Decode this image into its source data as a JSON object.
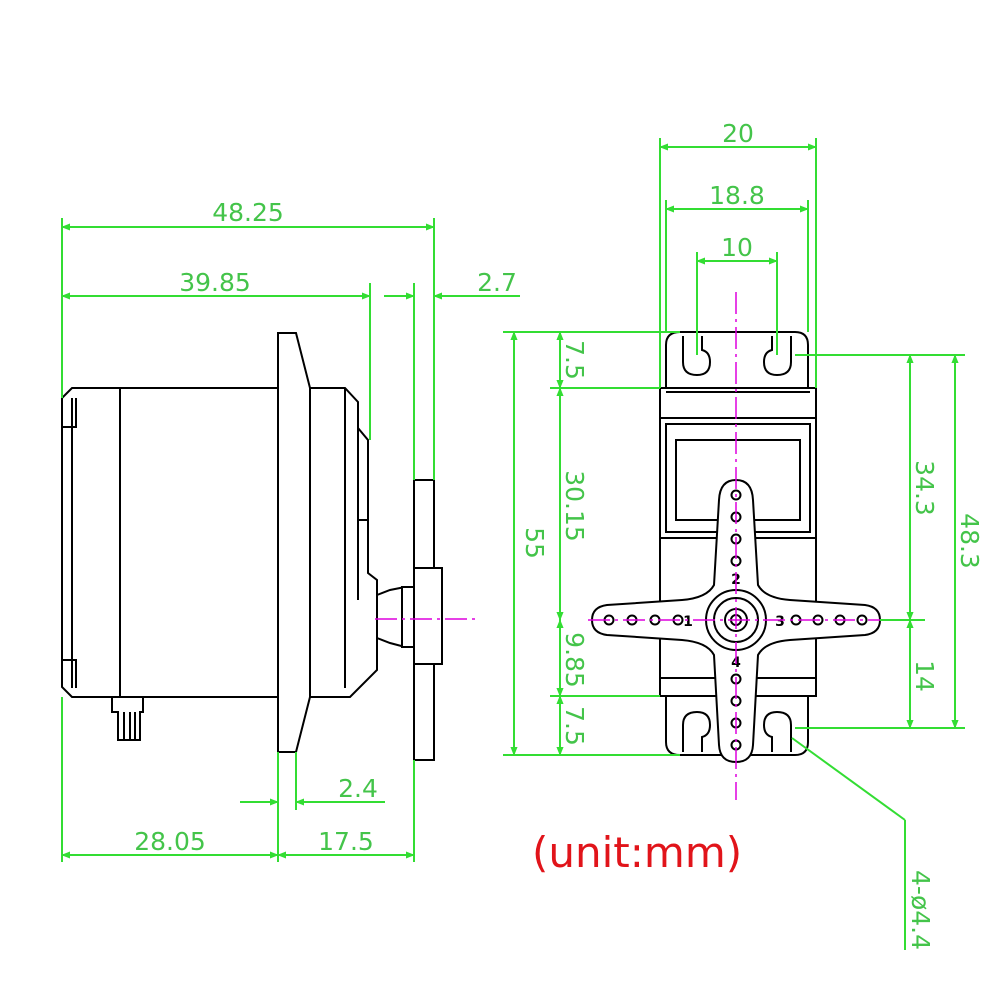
{
  "dimensions": {
    "side_total_length": "48.25",
    "side_body_to_horn": "39.85",
    "side_horn_thickness": "2.7",
    "side_flange_thickness": "2.4",
    "side_rear_to_flange": "28.05",
    "side_flange_to_horn": "17.5",
    "front_total_width": "20",
    "front_body_width": "18.8",
    "front_slot_spacing": "10",
    "front_total_height": "55",
    "front_top_tab": "7.5",
    "front_shaft_from_top": "30.15",
    "front_shaft_offset": "9.85",
    "front_bottom_tab": "7.5",
    "front_slot_to_shaft": "34.3",
    "front_slot_to_slot": "48.3",
    "front_shaft_to_slot": "14",
    "mount_holes": "4-ø4.4"
  },
  "horn_numbers": [
    "1",
    "2",
    "3",
    "4"
  ],
  "unit_note": "(unit:mm)",
  "colors": {
    "dimension_green": "#33dd33",
    "centerline_magenta": "#dd00dd",
    "note_red": "#e1141a",
    "outline_black": "#000000"
  }
}
